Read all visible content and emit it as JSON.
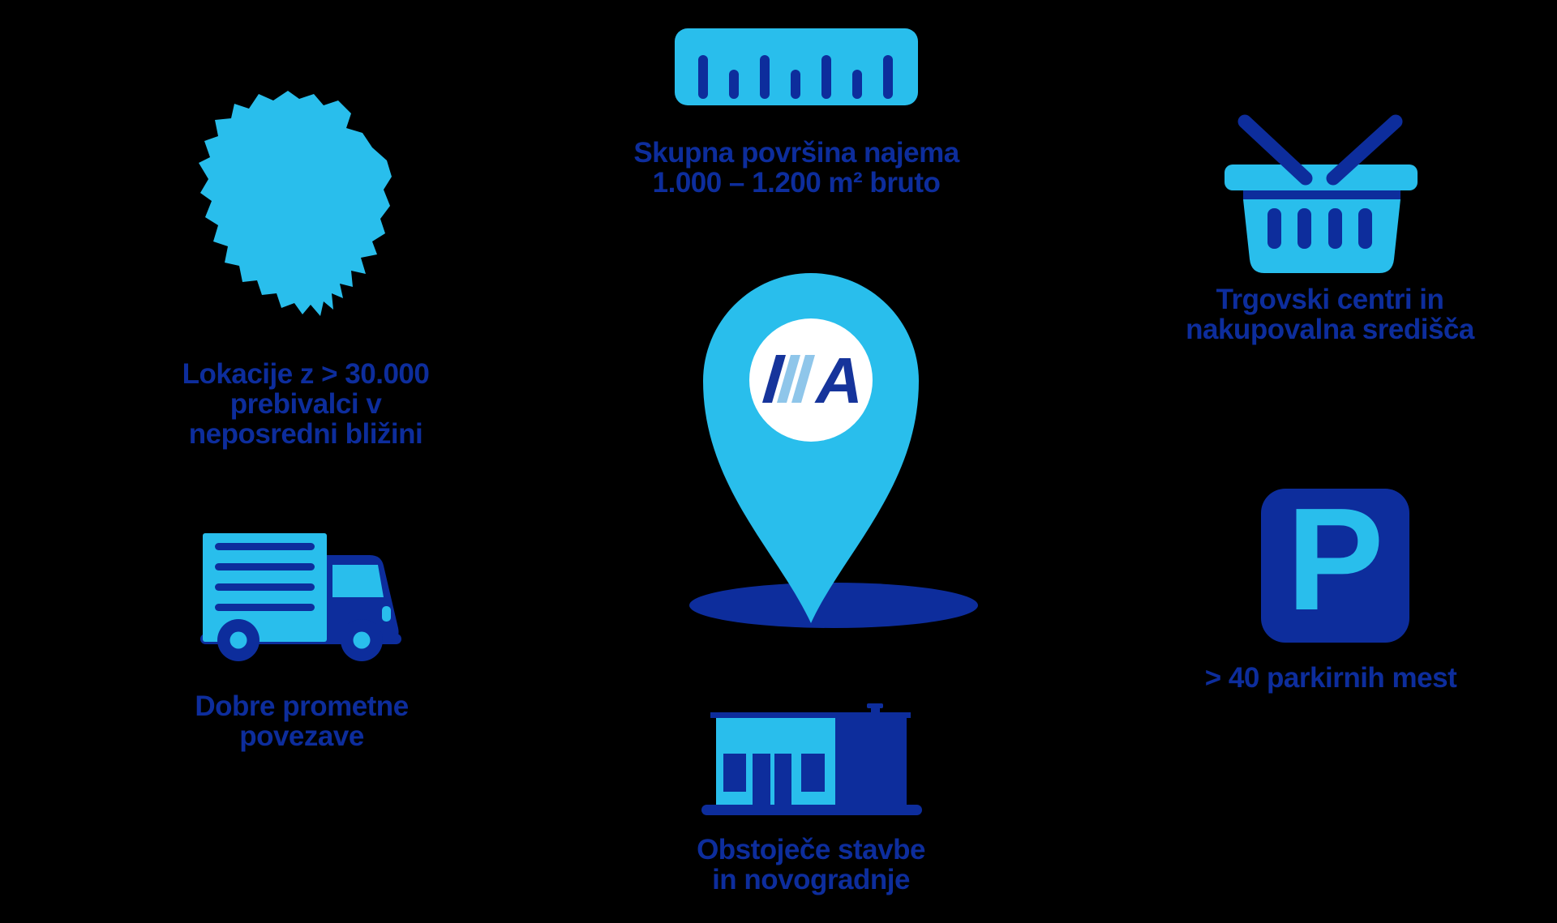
{
  "colors": {
    "background": "#000000",
    "cyan": "#29BEEC",
    "navy": "#0D2D9C",
    "logo-navy": "#16349B",
    "logo-light": "#8FC6EA",
    "white": "#FFFFFF"
  },
  "center_pin": {
    "icon": "aldi-location-pin-icon",
    "logo_letter": "A"
  },
  "sections": {
    "location": {
      "icon": "region-map-icon",
      "lines": [
        "Lokacije z > 30.000",
        "prebivalci v",
        "neposredni bližini"
      ]
    },
    "area": {
      "icon": "ruler-icon",
      "lines": [
        "Skupna površina najema",
        "1.000 – 1.200 m² bruto"
      ]
    },
    "shopping": {
      "icon": "shopping-basket-icon",
      "lines": [
        "Trgovski centri in",
        "nakupovalna središča"
      ]
    },
    "transport": {
      "icon": "delivery-truck-icon",
      "lines": [
        "Dobre prometne",
        "povezave"
      ]
    },
    "parking": {
      "icon": "parking-sign-icon",
      "sign_letter": "P",
      "lines": [
        "> 40 parkirnih mest"
      ]
    },
    "buildings": {
      "icon": "store-building-icon",
      "lines": [
        "Obstoječe stavbe",
        "in novogradnje"
      ]
    }
  }
}
